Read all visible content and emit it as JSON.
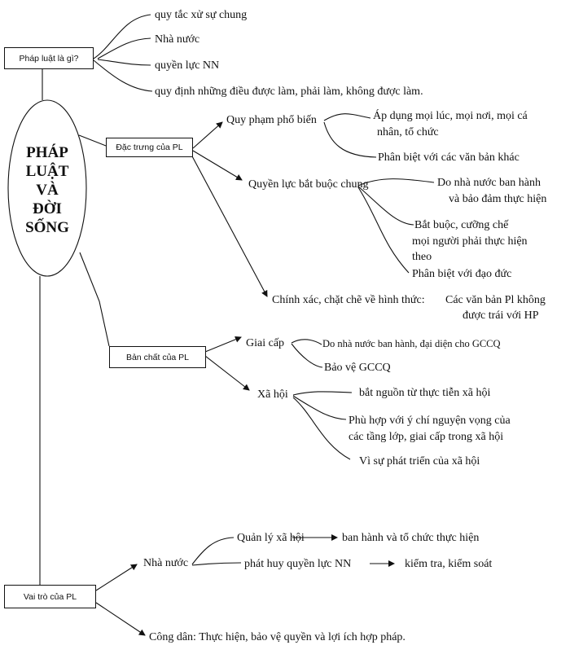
{
  "center": {
    "lines": [
      "PHÁP",
      "LUẬT",
      "VÀ",
      "ĐỜI",
      "SỐNG"
    ]
  },
  "branches": {
    "what": {
      "label": "Pháp luật là gì?",
      "items": [
        "quy tắc xử sự chung",
        "Nhà nước",
        "quyền lực NN",
        "quy định những điều được làm, phải làm, không được làm."
      ]
    },
    "features": {
      "label": "Đặc trưng của PL",
      "items": [
        {
          "label": "Quy phạm phổ biến",
          "details": [
            {
              "lines": [
                "Áp dụng mọi lúc, mọi nơi, mọi cá",
                "nhân, tổ chức"
              ]
            },
            {
              "lines": [
                "Phân biệt với các văn bản khác"
              ]
            }
          ]
        },
        {
          "label": "Quyền lực bắt buộc chung",
          "details": [
            {
              "lines": [
                "Do nhà nước ban hành",
                "và bảo đảm thực hiện"
              ]
            },
            {
              "lines": [
                "Bắt buộc, cưỡng chế",
                "mọi người phải thực hiện",
                "theo"
              ]
            },
            {
              "lines": [
                "Phân biệt với đạo đức"
              ]
            }
          ]
        },
        {
          "label": "Chính xác, chặt chẽ về hình thức:",
          "details": [
            {
              "lines": [
                "Các văn bản Pl không",
                "được trái với HP"
              ]
            }
          ]
        }
      ]
    },
    "nature": {
      "label": "Bản chất của PL",
      "items": [
        {
          "label": "Giai cấp",
          "details": [
            "Do nhà nước ban hành, đại diện cho GCCQ",
            "Bảo vệ GCCQ"
          ]
        },
        {
          "label": "Xã hội",
          "details": [
            {
              "lines": [
                "bắt nguồn từ thực tiễn xã hội"
              ]
            },
            {
              "lines": [
                "Phù hợp với ý chí nguyện vọng của",
                "các tầng lớp, giai cấp trong xã hội"
              ]
            },
            {
              "lines": [
                "Vì sự phát triển của xã hội"
              ]
            }
          ]
        }
      ]
    },
    "role": {
      "label": "Vai trò của PL",
      "items": [
        {
          "label": "Nhà nước",
          "details": [
            {
              "label": "Quản lý xã hội",
              "result": "ban hành và tổ chức thực hiện"
            },
            {
              "label": "phát huy quyền lực NN",
              "result": "kiểm tra, kiểm soát"
            }
          ]
        },
        {
          "label": "Công dân: Thực hiện, bảo vệ quyền và lợi ích hợp pháp."
        }
      ]
    }
  }
}
